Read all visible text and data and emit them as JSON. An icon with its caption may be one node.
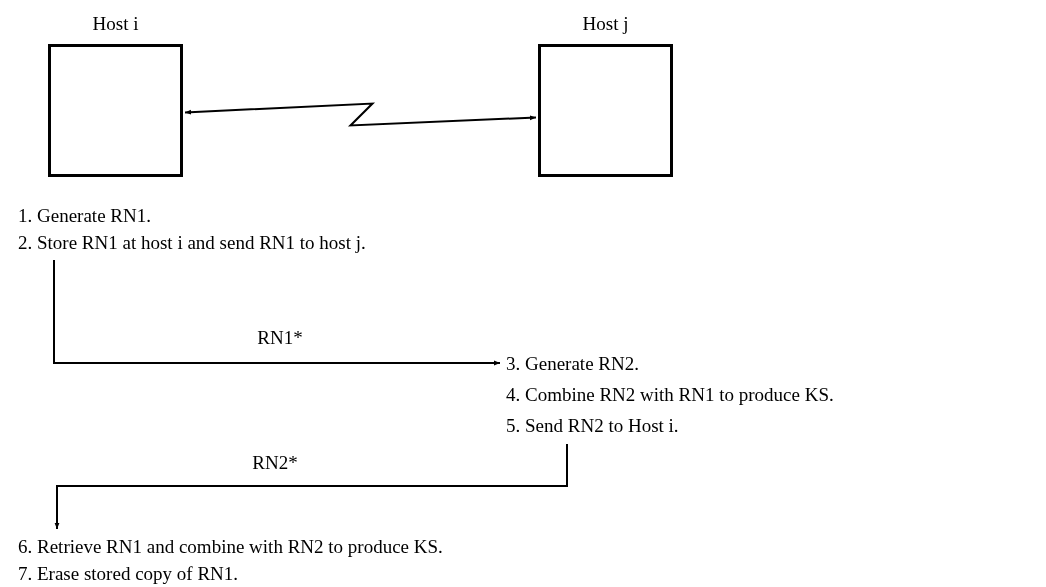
{
  "diagram": {
    "nodes": [
      {
        "text": [
          "Host i"
        ]
      },
      {
        "text": [
          "Host j"
        ]
      },
      {
        "text": [
          "1. Generate RN1.",
          "2. Store RN1 at host i and send RN1 to host j."
        ]
      },
      {
        "text": [
          "3. Generate RN2.",
          "4. Combine RN2 with RN1 to produce KS.",
          "5. Send RN2 to Host i."
        ]
      },
      {
        "text": [
          "6. Retrieve RN1 and combine with RN2 to produce KS.",
          "7. Erase stored copy of RN1."
        ]
      }
    ],
    "edges": [
      {
        "from": 0,
        "to": 1,
        "arrow": "both"
      },
      {
        "from": 2,
        "to": 3,
        "arrow": "to",
        "label": "RN1*"
      },
      {
        "from": 3,
        "to": 4,
        "arrow": "to",
        "label": "RN2*"
      }
    ]
  }
}
